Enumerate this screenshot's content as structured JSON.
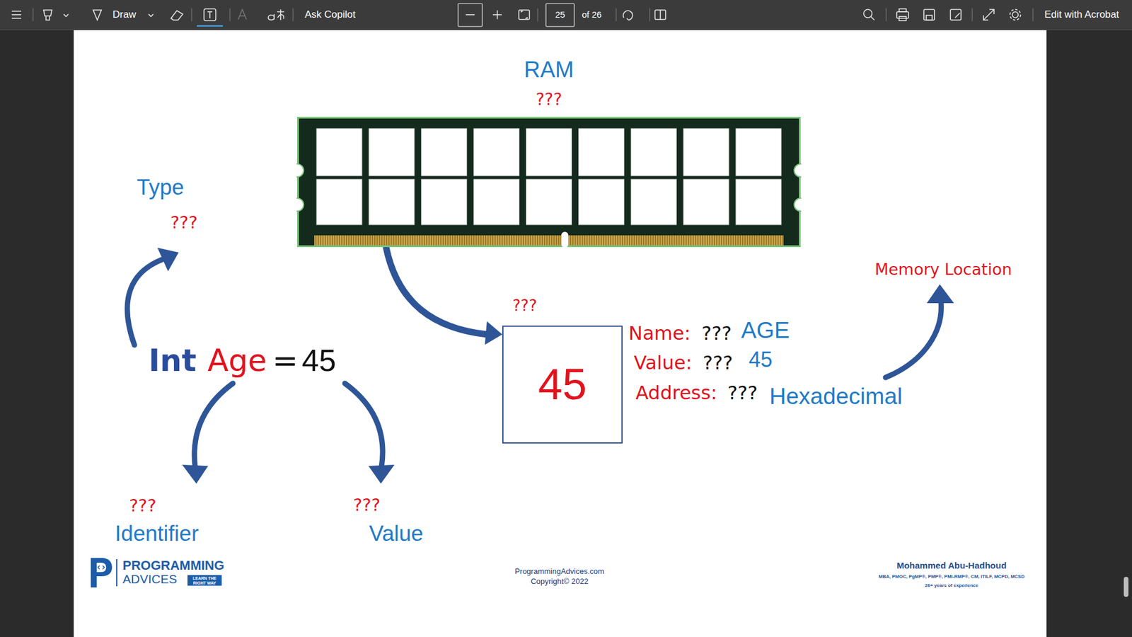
{
  "diagram": {
    "nodes": [
      {
        "text": [
          "RAM",
          "???"
        ]
      },
      {
        "text": [
          "45"
        ]
      }
    ],
    "edges": [
      {
        "from": 0,
        "to": 1,
        "arrow": "to"
      }
    ],
    "labels": [
      "Draw",
      "Ask Copilot",
      "25",
      "of 26",
      "Edit with Acrobat",
      "Type",
      "???",
      "Int",
      "Age",
      "=",
      "45",
      "???",
      "Identifier",
      "???",
      "Value",
      "???",
      "Name:",
      "???",
      "AGE",
      "Value:",
      "???",
      "45",
      "Address:",
      "???",
      "Hexadecimal",
      "Memory Location",
      "PROGRAMMING",
      "ADVICES",
      "LEARN THE",
      "RIGHT WAY",
      "ProgrammingAdvices.com",
      "Copyright© 2022",
      "Mohammed Abu-Hadhoud",
      "MBA, PMOC, PgMP®, PMP®, PMI-RMP®, CM, ITILF, MCPD, MCSD",
      "26+ years of experience"
    ]
  }
}
